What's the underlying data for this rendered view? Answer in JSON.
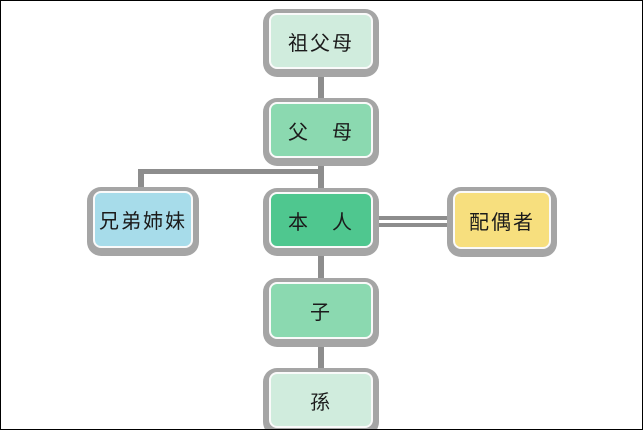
{
  "diagram": {
    "background_color": "#ffffff",
    "frame_border_color": "#000000",
    "shadow_color": "#a5a5a5",
    "line_color": "#8d8d8d",
    "text_color": "#1b1b1b",
    "marriage_line_gap_color": "#ffffff",
    "nodes": [
      {
        "id": "grandparents",
        "label": "祖父母",
        "fill": "#d0ecdd"
      },
      {
        "id": "parents",
        "label": "父　母",
        "fill": "#8bd9b0"
      },
      {
        "id": "siblings",
        "label": "兄弟姉妹",
        "fill": "#a7dcea"
      },
      {
        "id": "self",
        "label": "本　人",
        "fill": "#4fc78f"
      },
      {
        "id": "spouse",
        "label": "配偶者",
        "fill": "#f7df7e"
      },
      {
        "id": "child",
        "label": "子",
        "fill": "#8bd9b0"
      },
      {
        "id": "grandchild",
        "label": "孫",
        "fill": "#d0ecdd"
      }
    ],
    "edges": [
      {
        "from": "祖父母",
        "to": "父　母",
        "style": "single-vertical"
      },
      {
        "from": "父　母",
        "to": "本　人",
        "style": "single-vertical"
      },
      {
        "from": "父　母",
        "to": "兄弟姉妹",
        "style": "single-branch-left"
      },
      {
        "from": "本　人",
        "to": "配偶者",
        "style": "double-horizontal"
      },
      {
        "from": "本　人",
        "to": "子",
        "style": "single-vertical"
      },
      {
        "from": "子",
        "to": "孫",
        "style": "single-vertical"
      }
    ]
  }
}
